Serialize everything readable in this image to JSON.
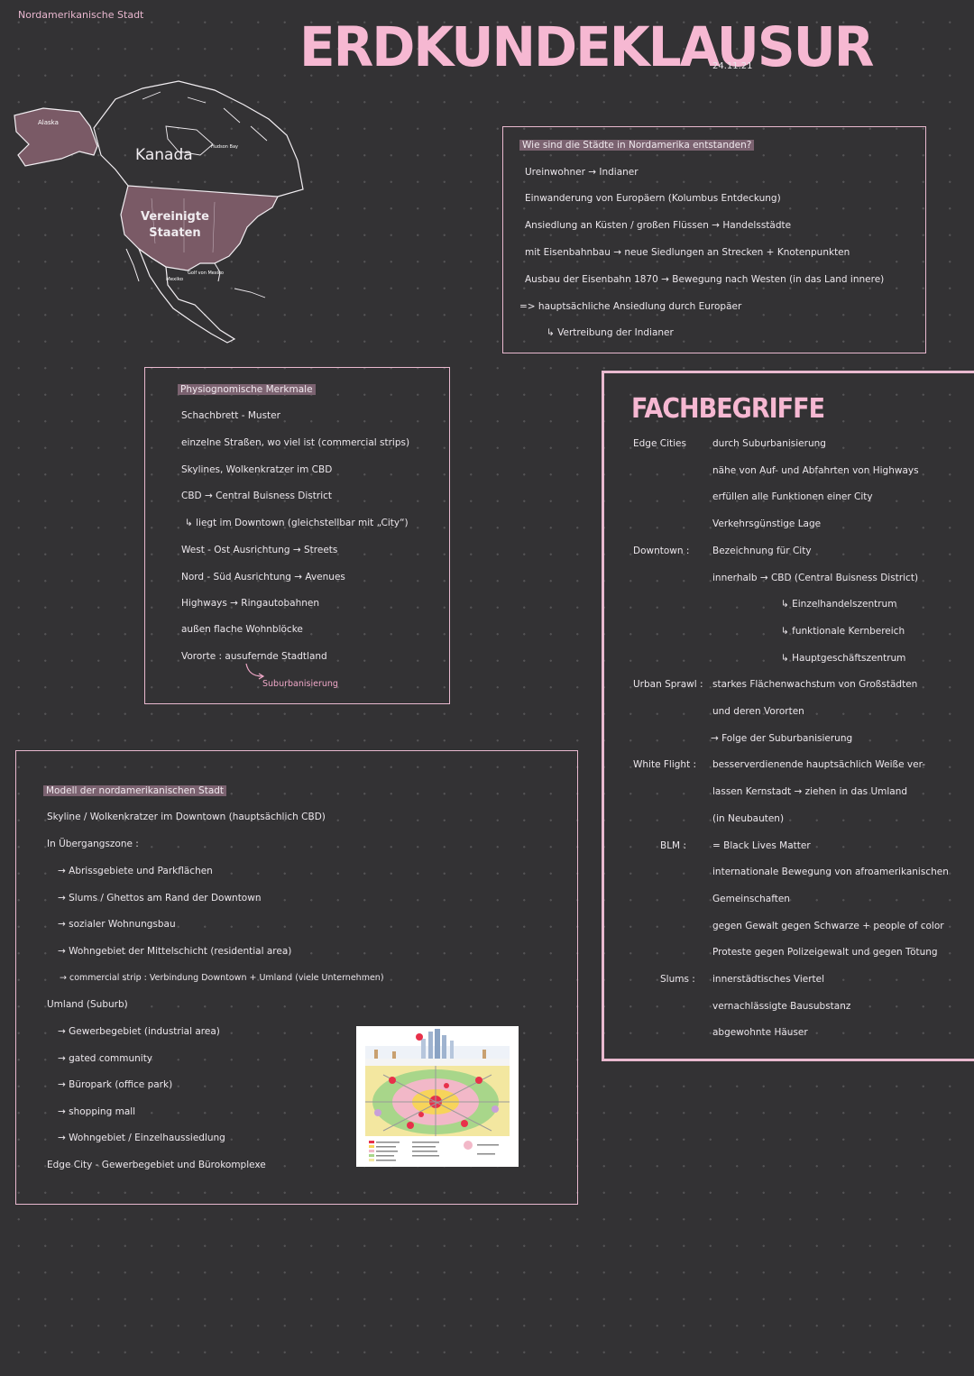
{
  "header": {
    "topic": "Nordamerikanische Stadt",
    "title": "ERDKUNDEKLAUSUR",
    "date": "24.11.21"
  },
  "map": {
    "alaska": "Alaska",
    "canada": "Kanada",
    "hudson_bay": "Hudson Bay",
    "usa_line1": "Vereinigte",
    "usa_line2": "Staaten",
    "mexico": "Mexiko",
    "gulf": "Golf von Mexiko"
  },
  "origins": {
    "heading": "Wie sind die Städte in Nordamerika entstanden?",
    "lines": [
      "Ureinwohner → Indianer",
      "Einwanderung von Europäern (Kolumbus Entdeckung)",
      "Ansiedlung an Küsten / großen Flüssen → Handelsstädte",
      "mit Eisenbahnbau → neue Siedlungen an Strecken + Knotenpunkten",
      "Ausbau der Eisenbahn 1870 → Bewegung nach Westen (in das Land innere)",
      "=> hauptsächliche Ansiedlung durch Europäer",
      "↳ Vertreibung der Indianer"
    ]
  },
  "physio": {
    "heading": "Physiognomische Merkmale",
    "lines": [
      "Schachbrett - Muster",
      "einzelne Straßen, wo viel ist (commercial strips)",
      "Skylines, Wolkenkratzer im CBD",
      "CBD → Central Buisness District",
      "↳ liegt im Downtown (gleichstellbar mit „City“)",
      "West - Ost Ausrichtung → Streets",
      "Nord - Süd Ausrichtung → Avenues",
      "Highways → Ringautobahnen",
      "außen flache Wohnblöcke",
      "Vororte : ausufernde Stadtland",
      "Suburbanisierung"
    ]
  },
  "fach": {
    "heading": "FACHBEGRIFFE",
    "rows": [
      {
        "term": "Edge Cities",
        "text": "durch Suburbanisierung"
      },
      {
        "term": "",
        "text": "nähe von Auf- und Abfahrten von Highways"
      },
      {
        "term": "",
        "text": "erfüllen alle Funktionen einer City"
      },
      {
        "term": "",
        "text": "Verkehrsgünstige Lage"
      },
      {
        "term": "Downtown :",
        "text": "Bezeichnung für City"
      },
      {
        "term": "",
        "text": "innerhalb → CBD (Central Buisness District)"
      },
      {
        "term": "",
        "text": "↳ Einzelhandelszentrum"
      },
      {
        "term": "",
        "text": "↳ funktionale Kernbereich"
      },
      {
        "term": "",
        "text": "↳ Hauptgeschäftszentrum"
      },
      {
        "term": "Urban Sprawl :",
        "text": "starkes Flächenwachstum von Großstädten"
      },
      {
        "term": "",
        "text": "und deren Vororten"
      },
      {
        "term": "",
        "text": "→ Folge der Suburbanisierung"
      },
      {
        "term": "White Flight :",
        "text": "besserverdienende hauptsächlich Weiße ver-"
      },
      {
        "term": "",
        "text": "lassen Kernstadt → ziehen in das Umland"
      },
      {
        "term": "",
        "text": "(in Neubauten)"
      },
      {
        "term": "BLM :",
        "text": "= Black Lives Matter"
      },
      {
        "term": "",
        "text": "internationale Bewegung von afroamerikanischen"
      },
      {
        "term": "",
        "text": "Gemeinschaften"
      },
      {
        "term": "",
        "text": "gegen Gewalt gegen Schwarze + people of color"
      },
      {
        "term": "",
        "text": "Proteste gegen Polizeigewalt und gegen Tötung"
      },
      {
        "term": "Slums :",
        "text": "innerstädtisches Viertel"
      },
      {
        "term": "",
        "text": "vernachlässigte Bausubstanz"
      },
      {
        "term": "",
        "text": "abgewohnte Häuser"
      }
    ]
  },
  "model": {
    "heading": "Modell der nordamerikanischen Stadt",
    "lines": [
      "Skyline / Wolkenkratzer im Downtown (hauptsächlich CBD)",
      "In Übergangszone :",
      "→ Abrissgebiete und Parkflächen",
      "→ Slums / Ghettos am Rand der Downtown",
      "→ sozialer Wohnungsbau",
      "→ Wohngebiet der Mittelschicht (residential area)",
      "→ commercial strip : Verbindung Downtown + Umland (viele Unternehmen)",
      "Umland (Suburb)",
      "→ Gewerbegebiet (industrial area)",
      "→ gated community",
      "→ Büropark (office park)",
      "→ shopping mall",
      "→ Wohngebiet / Einzelhaussiedlung",
      "Edge City - Gewerbegebiet und Bürokomplexe"
    ]
  },
  "colors": {
    "background": "#333234",
    "accent_pink": "#f6b8d2",
    "border_pink": "#e9b9cf",
    "highlight": "#7b6270",
    "map_usa": "#7a5a66"
  }
}
